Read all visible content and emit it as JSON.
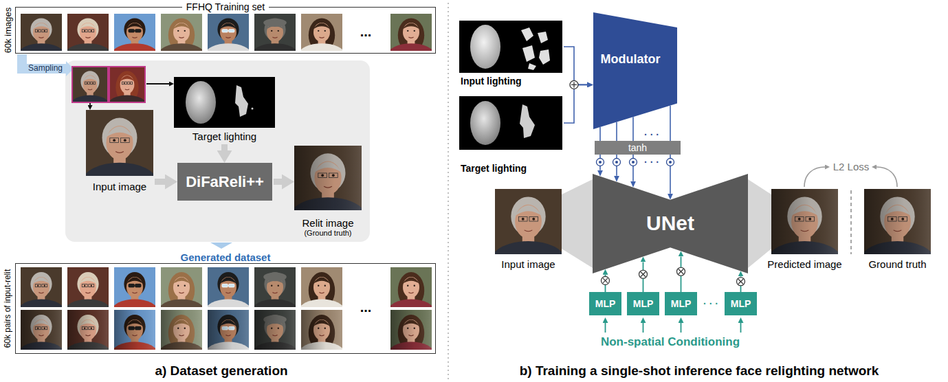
{
  "diagram": {
    "nodes": [
      {
        "text": [
          "FFHQ Training set",
          "60k images"
        ]
      },
      {
        "text": [
          "Target lighting"
        ]
      },
      {
        "text": [
          "Input image"
        ]
      },
      {
        "text": [
          "DiFaReli++"
        ]
      },
      {
        "text": [
          "Relit image",
          "(Ground truth)"
        ]
      },
      {
        "text": [
          "Generated dataset",
          "60k pairs of input-relit"
        ]
      },
      {
        "text": [
          "Input lighting"
        ]
      },
      {
        "text": [
          "Target lighting"
        ]
      },
      {
        "text": [
          "Modulator"
        ]
      },
      {
        "text": [
          "tanh"
        ]
      },
      {
        "text": [
          "Input image"
        ]
      },
      {
        "text": [
          "UNet"
        ]
      },
      {
        "text": [
          "Predicted image"
        ]
      },
      {
        "text": [
          "Ground truth"
        ]
      },
      {
        "text": [
          "MLP"
        ]
      },
      {
        "text": [
          "MLP"
        ]
      },
      {
        "text": [
          "MLP"
        ]
      },
      {
        "text": [
          "MLP"
        ]
      }
    ],
    "edges": [
      {
        "from": 1,
        "to": 3,
        "arrow": "to"
      },
      {
        "from": 2,
        "to": 3,
        "arrow": "to"
      },
      {
        "from": 3,
        "to": 4,
        "arrow": "to"
      },
      {
        "from": 6,
        "to": 8,
        "arrow": "to"
      },
      {
        "from": 7,
        "to": 8,
        "arrow": "to"
      },
      {
        "from": 8,
        "to": 9,
        "arrow": "none"
      },
      {
        "from": 9,
        "to": 11,
        "arrow": "to"
      },
      {
        "from": 10,
        "to": 11,
        "arrow": "none"
      },
      {
        "from": 11,
        "to": 12,
        "arrow": "none"
      },
      {
        "from": 14,
        "to": 11,
        "arrow": "to"
      },
      {
        "from": 15,
        "to": 11,
        "arrow": "to"
      },
      {
        "from": 16,
        "to": 11,
        "arrow": "to"
      },
      {
        "from": 17,
        "to": 11,
        "arrow": "to"
      }
    ],
    "labels": [
      "Sampling",
      "...",
      "...",
      "· · ·",
      "· · ·",
      "· · ·",
      "L2 Loss",
      "Non-spatial Conditioning",
      "a) Dataset generation",
      "b) Training a single-shot inference face relighting network"
    ]
  }
}
